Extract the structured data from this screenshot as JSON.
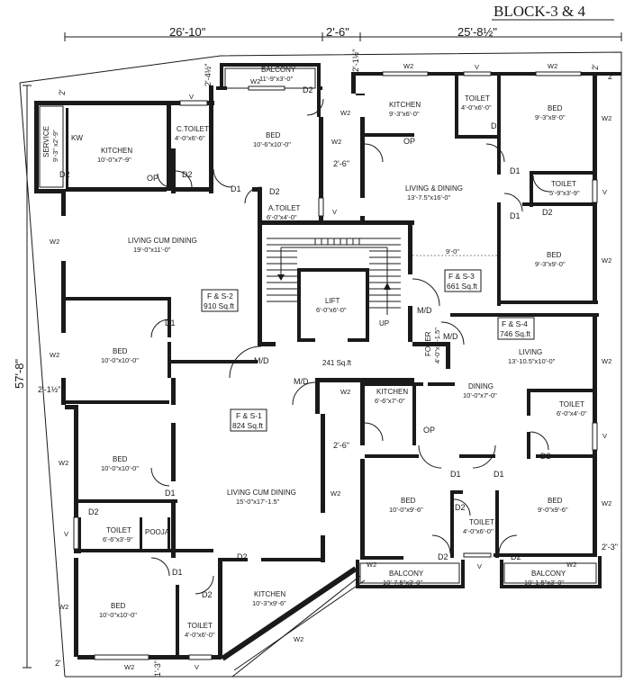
{
  "title": "BLOCK-3 & 4",
  "top_dims": [
    "26'-10\"",
    "2'-6\"",
    "25'-8½\""
  ],
  "left_dims": [
    "57'-8\"",
    "2'-1½\""
  ],
  "small_dims": [
    "2'-4½\"",
    "2'-1½\"",
    "2'",
    "2'",
    "2'-6\"",
    "2'-6\"",
    "2'-3\"",
    "2'",
    "1'-3\"",
    "2'"
  ],
  "units": [
    {
      "name": "F & S-2",
      "area": "910 Sq.ft"
    },
    {
      "name": "F & S-1",
      "area": "824 Sq.ft"
    },
    {
      "name": "F & S-3",
      "area": "661 Sq.ft"
    },
    {
      "name": "F & S-4",
      "area": "746 Sq.ft"
    }
  ],
  "core": {
    "lift": "LIFT",
    "lift_size": "6'-0\"x6'-0\"",
    "area": "241 Sq.ft",
    "up": "UP",
    "foyer": "FOYER",
    "foyer_size": "4'-0\"x6'-1.5\""
  },
  "rooms": [
    {
      "name": "SERVICE",
      "size": "9'-3\" x2'-9\""
    },
    {
      "name": "KW",
      "size": ""
    },
    {
      "name": "KITCHEN",
      "size": "10'-0\"x7'-9\""
    },
    {
      "name": "C.TOILET",
      "size": "4'-0\"x6'-6\""
    },
    {
      "name": "BALCONY",
      "size": "11'-9\"x3'-0\""
    },
    {
      "name": "BED",
      "size": "10'-6\"x10'-0\""
    },
    {
      "name": "A.TOILET",
      "size": "6'-0\"x4'-0\""
    },
    {
      "name": "LIVING CUM DINING",
      "size": "19'-0\"x11'-0\""
    },
    {
      "name": "BED",
      "size": "10'-0\"x10'-0\""
    },
    {
      "name": "BED",
      "size": "10'-0\"x10'-0\""
    },
    {
      "name": "TOILET",
      "size": "6'-6\"x3'-9\""
    },
    {
      "name": "POOJA",
      "size": ""
    },
    {
      "name": "BED",
      "size": "10'-0\"x10'-0\""
    },
    {
      "name": "TOILET",
      "size": "4'-0\"x6'-0\""
    },
    {
      "name": "LIVING CUM DINING",
      "size": "15'-0\"x17'-1.5\""
    },
    {
      "name": "KITCHEN",
      "size": "10'-3\"x9'-6\""
    },
    {
      "name": "KITCHEN",
      "size": "9'-3\"x6'-0\""
    },
    {
      "name": "TOILET",
      "size": "4'-0\"x6'-0\""
    },
    {
      "name": "BED",
      "size": "9'-3\"x9'-0\""
    },
    {
      "name": "LIVING & DINING",
      "size": "13'-7.5\"x16'-0\""
    },
    {
      "name": "TOILET",
      "size": "5'-9\"x3'-9\""
    },
    {
      "name": "BED",
      "size": "9'-3\"x9'-0\""
    },
    {
      "name": "LIVING",
      "size": "13'-10.5\"x10'-0\""
    },
    {
      "name": "KITCHEN",
      "size": "6'-6\"x7'-0\""
    },
    {
      "name": "DINING",
      "size": "10'-0\"x7'-0\""
    },
    {
      "name": "TOILET",
      "size": "6'-0\"x4'-0\""
    },
    {
      "name": "BED",
      "size": "10'-0\"x9'-6\""
    },
    {
      "name": "TOILET",
      "size": "4'-0\"x6'-0\""
    },
    {
      "name": "BED",
      "size": "9'-0\"x9'-6\""
    },
    {
      "name": "BALCONY",
      "size": "10'-7.5\"x3'-0\""
    },
    {
      "name": "BALCONY",
      "size": "10'-1.5\"x3'-0\""
    }
  ],
  "tags": {
    "d1": "D1",
    "d2": "D2",
    "op": "OP",
    "w2": "W2",
    "v": "V",
    "md": "M/D",
    "dim9": "9'-0\""
  }
}
